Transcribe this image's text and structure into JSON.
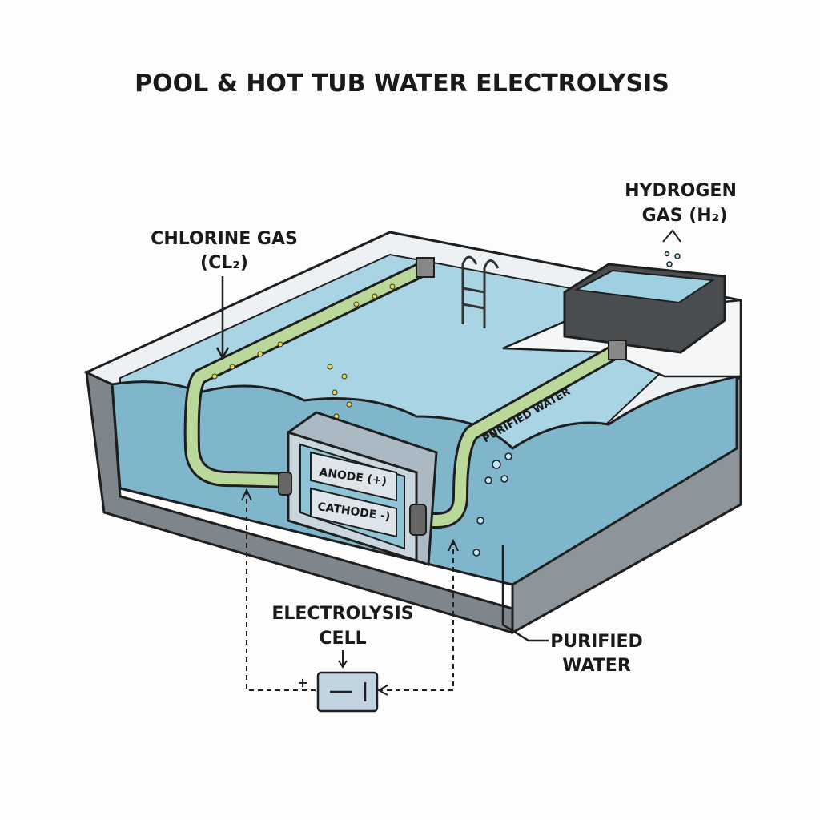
{
  "title": "POOL & HOT TUB WATER ELECTROLYSIS",
  "labels": {
    "chlorine_line1": "CHLORINE GAS",
    "chlorine_line2": "(CL₂)",
    "hydrogen_line1": "HYDROGEN",
    "hydrogen_line2": "GAS (H₂)",
    "anode": "ANODE (+)",
    "cathode": "CATHODE -)",
    "pipe_label": "PURIFIED WATER",
    "cell_line1": "ELECTROLYSIS",
    "cell_line2": "CELL",
    "purified_line1": "PURIFIED",
    "purified_line2": "WATER",
    "battery_plus": "+"
  },
  "colors": {
    "water": "#9fcfe0",
    "water_deep": "#7fb6cc",
    "wall": "#8d949a",
    "pipe": "#b9d89a",
    "cell": "#c9d6de",
    "outline": "#1f1f1f"
  }
}
